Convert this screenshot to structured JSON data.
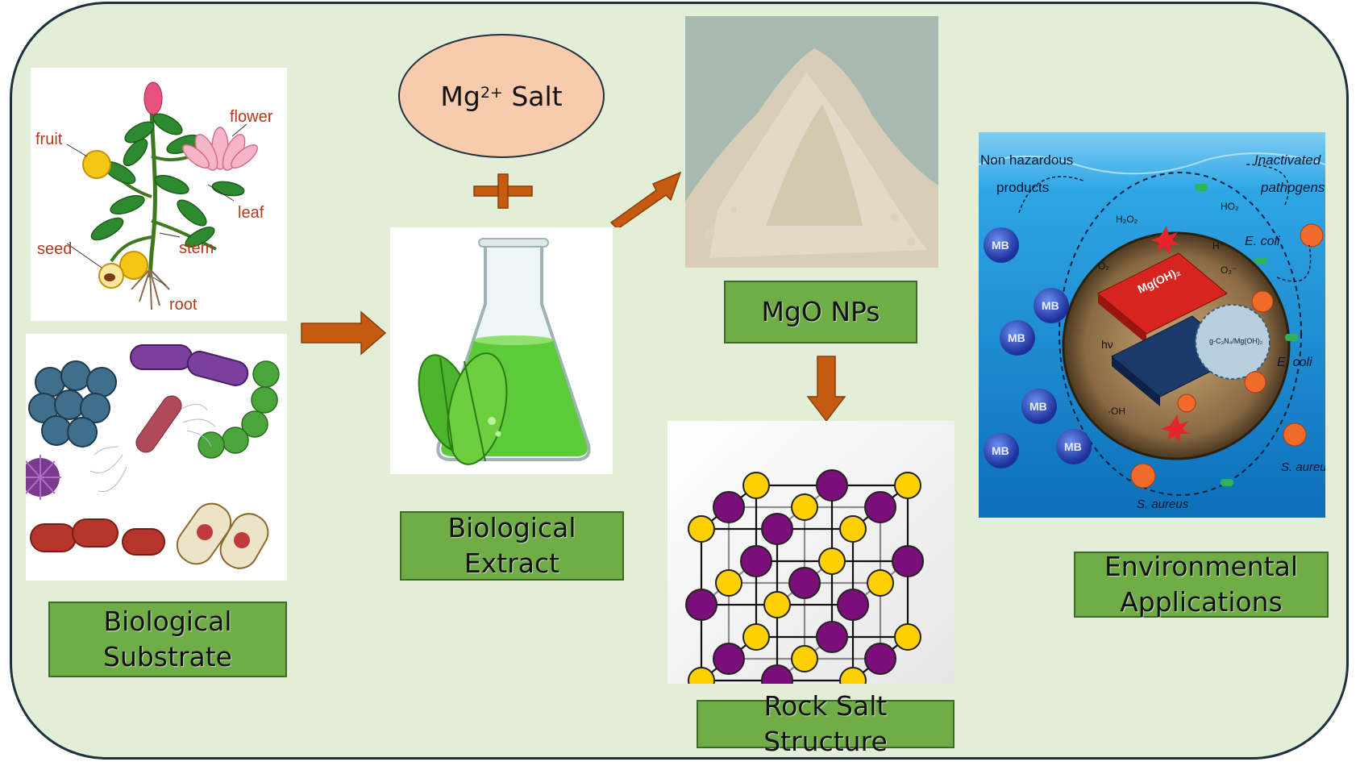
{
  "salt": {
    "prefix": "Mg",
    "superscript": "2+",
    "suffix": " Salt"
  },
  "labels": {
    "biological_substrate": "Biological\nSubstrate",
    "biological_extract": "Biological\nExtract",
    "mgo_nps": "MgO NPs",
    "rock_salt": "Rock Salt Structure",
    "environmental": "Environmental\nApplications"
  },
  "plant_parts": {
    "fruit": "fruit",
    "flower": "flower",
    "leaf": "leaf",
    "seed": "seed",
    "stem": "stem",
    "root": "root"
  },
  "application_scene": {
    "non_hazardous_1": "Non hazardous",
    "non_hazardous_2": "products",
    "inactivated_1": "Inactivated",
    "inactivated_2": "pathogens",
    "ecoli_1": "E. coli",
    "ecoli_2": "E. coli",
    "saureus_1": "S. aureus",
    "saureus_2": "S. aureus",
    "mb": "MB",
    "mgoh2": "Mg(OH)₂",
    "h2o2": "H₂O₂",
    "ho2": "HO₂",
    "o2_minus": "O₂⁻",
    "o2": "O₂",
    "hplus": "H⁺",
    "hv": "hν",
    "oh": "·OH",
    "cnt": "g-C₃N₄/Mg(OH)₂"
  },
  "colors": {
    "background": "#e3eed8",
    "border": "#1f3140",
    "label_fill": "#70ad47",
    "arrow": "#c55a11",
    "salt_ellipse": "#f8cbad",
    "atom_purple": "#7b0f7a",
    "atom_yellow": "#ffd000",
    "water": "#1e8fd6"
  }
}
